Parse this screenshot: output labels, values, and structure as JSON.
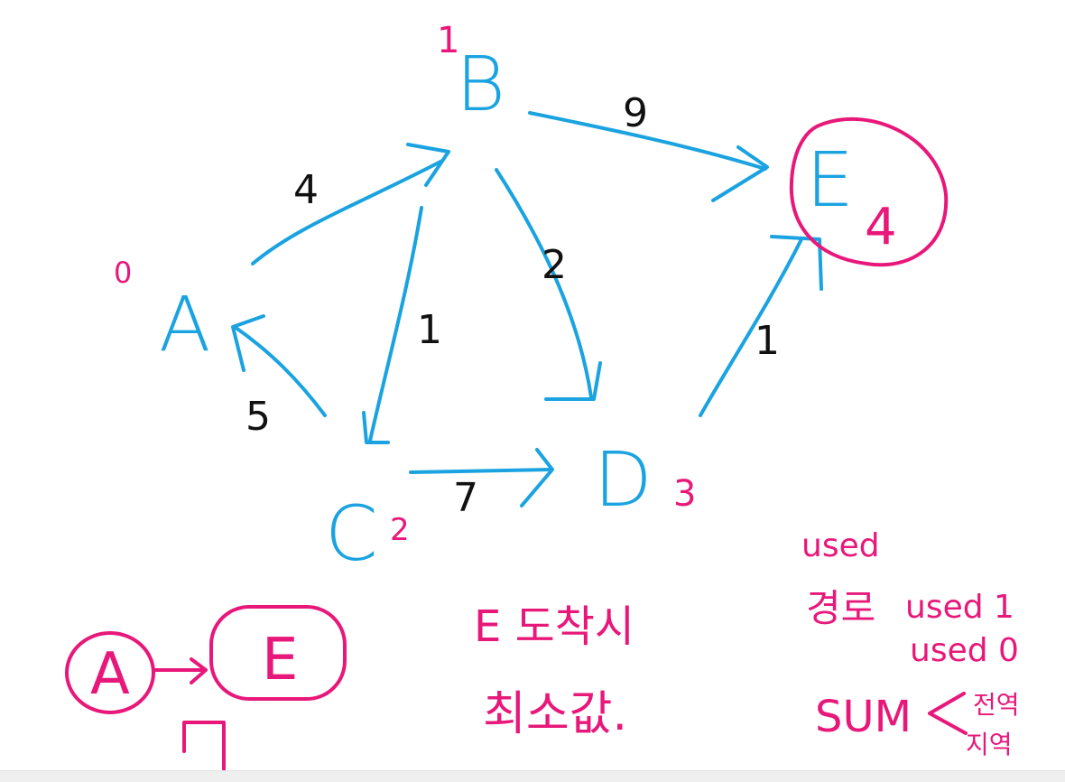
{
  "colors": {
    "graph_ink": "#1aa3e0",
    "note_ink": "#e8187a",
    "weight_ink": "#111111",
    "background": "#ffffff"
  },
  "nodes": {
    "A": {
      "label": "A",
      "value": "0"
    },
    "B": {
      "label": "B",
      "value": "1"
    },
    "C": {
      "label": "C",
      "value": "2"
    },
    "D": {
      "label": "D",
      "value": "3"
    },
    "E": {
      "label": "E",
      "value": "4"
    }
  },
  "edges": [
    {
      "from": "A",
      "to": "B",
      "weight": "4"
    },
    {
      "from": "B",
      "to": "C",
      "weight": "1"
    },
    {
      "from": "B",
      "to": "D",
      "weight": "2"
    },
    {
      "from": "B",
      "to": "E",
      "weight": "9"
    },
    {
      "from": "C",
      "to": "A",
      "weight": "5"
    },
    {
      "from": "C",
      "to": "D",
      "weight": "7"
    },
    {
      "from": "D",
      "to": "E",
      "weight": "1"
    }
  ],
  "notes": {
    "used_title": "used",
    "used_path_label": "경로",
    "used_one": "used 1",
    "used_zero": "used 0",
    "sum_label": "SUM",
    "global_1": "전역",
    "global_2": "지역",
    "arrive_e": "E 도착시",
    "min_value": "최소값.",
    "flow_from": "A",
    "flow_to": "E"
  }
}
